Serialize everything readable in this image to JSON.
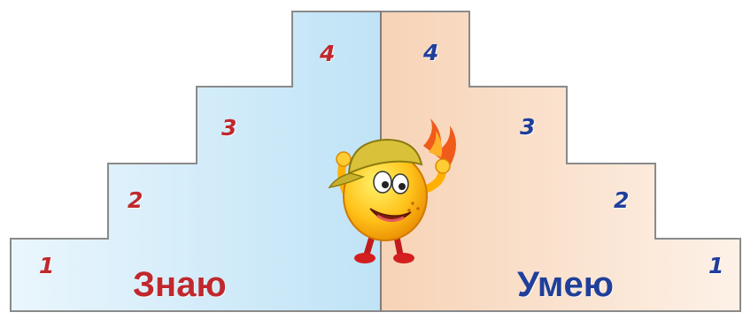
{
  "left_staircase": {
    "label": "Знаю",
    "steps": [
      "1",
      "2",
      "3",
      "4"
    ]
  },
  "right_staircase": {
    "label": "Умею",
    "steps": [
      "1",
      "2",
      "3",
      "4"
    ]
  },
  "colors": {
    "left_fill": "#cfeaf8",
    "right_fill": "#f9dcc4",
    "outline": "#8a8a8a",
    "left_text": "#c0282d",
    "right_text": "#1f3f9a"
  },
  "mascot": {
    "icon": "smiling-sun-cartoon-icon"
  }
}
